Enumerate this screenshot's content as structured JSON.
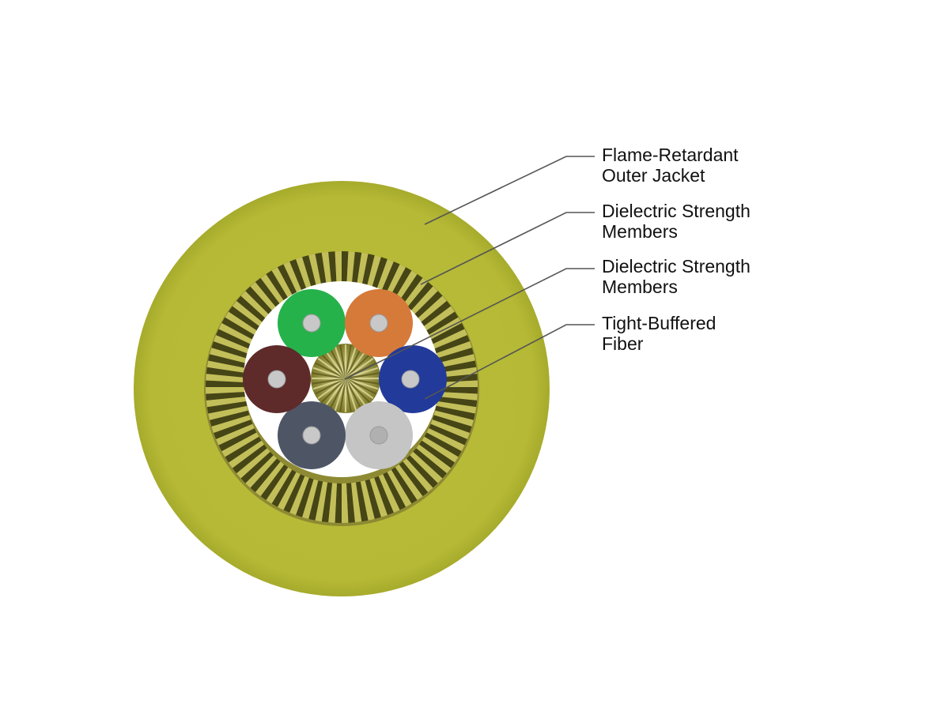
{
  "callouts": [
    {
      "lines": [
        "Flame-Retardant",
        "Outer Jacket"
      ]
    },
    {
      "lines": [
        "Dielectric Strength",
        "Members"
      ]
    },
    {
      "lines": [
        "Dielectric Strength",
        "Members"
      ]
    },
    {
      "lines": [
        "Tight-Buffered",
        "Fiber"
      ]
    }
  ],
  "colors": {
    "jacket": "#b5b935",
    "jacket_edge": "#a9ad2e",
    "strength_light": "#c2bf5a",
    "strength_dark": "#3a3812",
    "core_gap": "#ffffff",
    "leader_line": "#555555",
    "fiber_core": "#c8c8c8"
  },
  "fibers": [
    {
      "color": "green-buffer",
      "fill": "#26b24b"
    },
    {
      "color": "orange-buffer",
      "fill": "#d67a3a"
    },
    {
      "color": "blue-buffer",
      "fill": "#223a9a"
    },
    {
      "color": "white-buffer",
      "fill": "#c5c5c5"
    },
    {
      "color": "slate-buffer",
      "fill": "#4e5666"
    },
    {
      "color": "brown-buffer",
      "fill": "#5e2a2a"
    }
  ]
}
